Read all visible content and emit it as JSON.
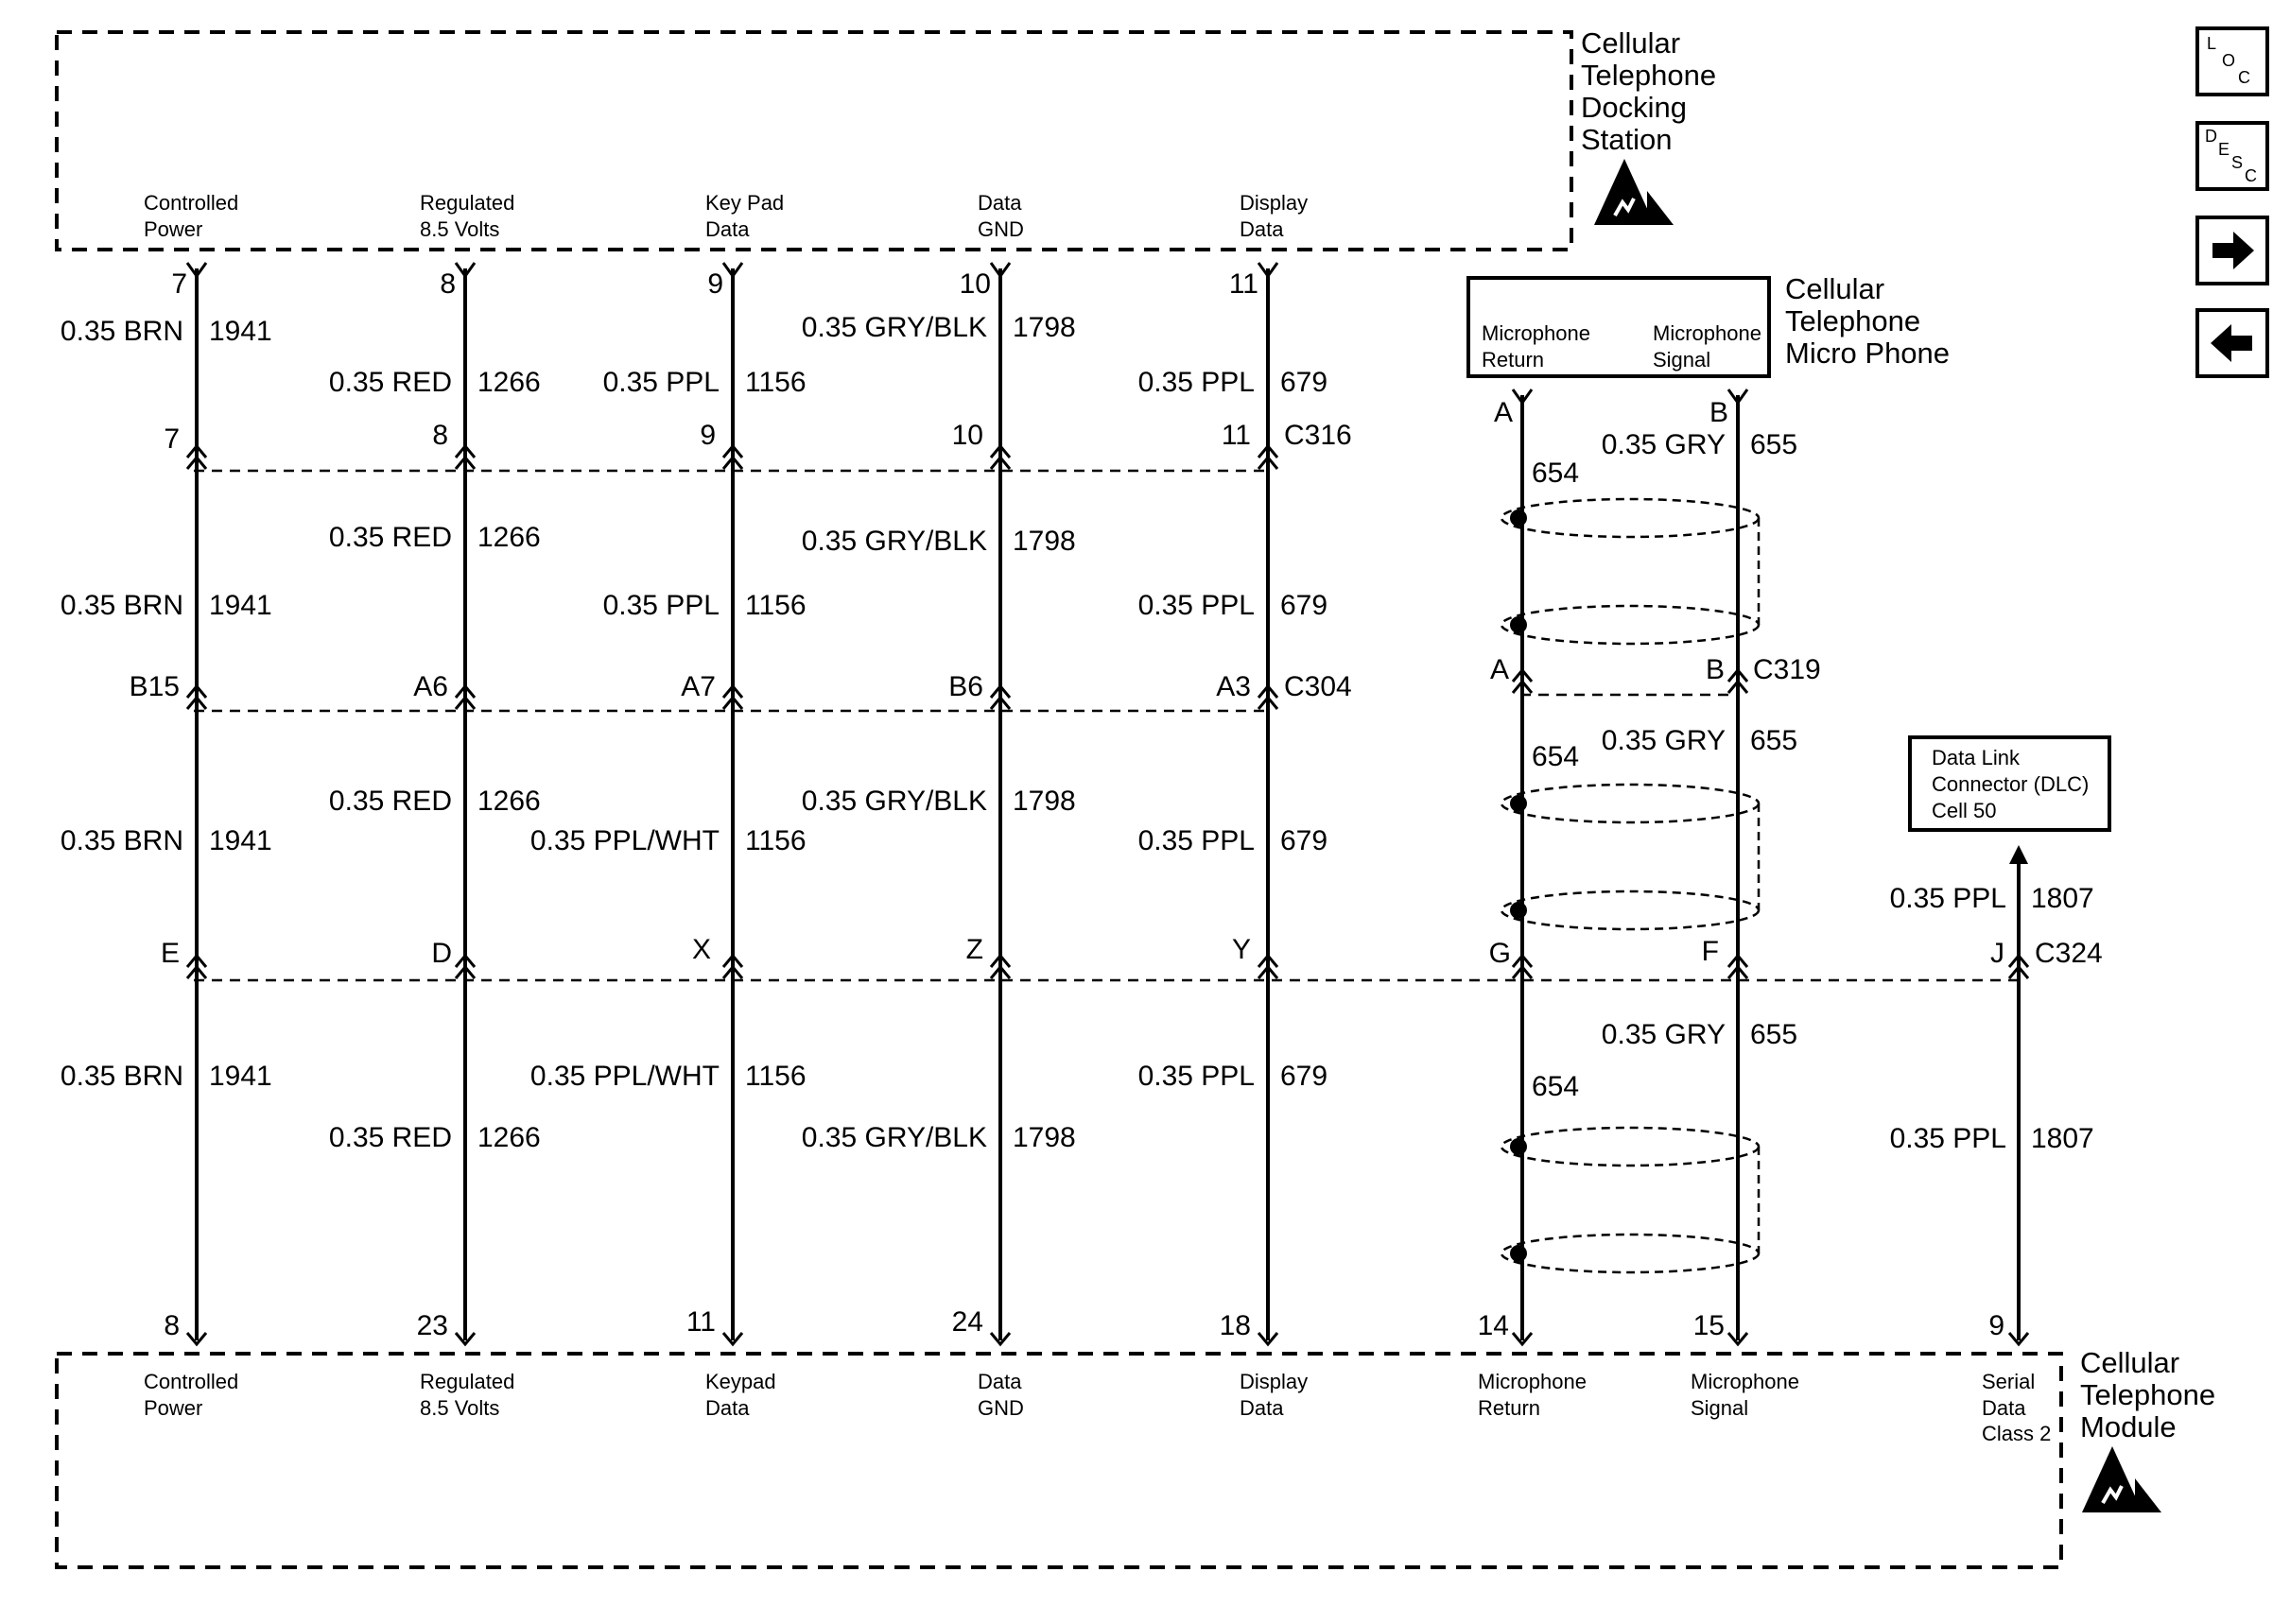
{
  "components": {
    "docking_station": [
      "Cellular",
      "Telephone",
      "Docking",
      "Station"
    ],
    "module": [
      "Cellular",
      "Telephone",
      "Module"
    ],
    "microphone": [
      "Cellular",
      "Telephone",
      "Micro Phone"
    ],
    "dlc": [
      "Data Link",
      "Connector (DLC)",
      "Cell 50"
    ]
  },
  "top_pins": [
    [
      "Controlled",
      "Power"
    ],
    [
      "Regulated",
      "8.5 Volts"
    ],
    [
      "Key Pad",
      "Data"
    ],
    [
      "Data",
      "GND"
    ],
    [
      "Display",
      "Data"
    ]
  ],
  "bottom_pins": [
    [
      "Controlled",
      "Power"
    ],
    [
      "Regulated",
      "8.5 Volts"
    ],
    [
      "Keypad",
      "Data"
    ],
    [
      "Data",
      "GND"
    ],
    [
      "Display",
      "Data"
    ],
    [
      "Microphone",
      "Return"
    ],
    [
      "Microphone",
      "Signal"
    ],
    [
      "Serial",
      "Data",
      "Class 2"
    ]
  ],
  "mic_pins": [
    [
      "Microphone",
      "Return"
    ],
    [
      "Microphone",
      "Signal"
    ]
  ],
  "connectors": {
    "c316": "C316",
    "c304": "C304",
    "c319": "C319",
    "c324": "C324"
  },
  "pins": {
    "dock_terminals": [
      "7",
      "8",
      "9",
      "10",
      "11"
    ],
    "c316": [
      "7",
      "8",
      "9",
      "10",
      "11"
    ],
    "c304": [
      "B15",
      "A6",
      "A7",
      "B6",
      "A3"
    ],
    "c324": [
      "E",
      "D",
      "X",
      "Z",
      "Y",
      "G",
      "F",
      "J"
    ],
    "module_terminals": [
      "8",
      "23",
      "11",
      "24",
      "18",
      "14",
      "15",
      "9"
    ],
    "mic_terminals": [
      "A",
      "B"
    ],
    "c319": [
      "A",
      "B"
    ]
  },
  "wire_labels": {
    "seg1": [
      {
        "color": "0.35 BRN",
        "circuit": "1941"
      },
      {
        "color": "0.35 RED",
        "circuit": "1266"
      },
      {
        "color": "0.35 PPL",
        "circuit": "1156"
      },
      {
        "color": "0.35 GRY/BLK",
        "circuit": "1798"
      },
      {
        "color": "0.35 PPL",
        "circuit": "679"
      }
    ],
    "seg2": [
      {
        "color": "0.35 BRN",
        "circuit": "1941"
      },
      {
        "color": "0.35 RED",
        "circuit": "1266"
      },
      {
        "color": "0.35 PPL",
        "circuit": "1156"
      },
      {
        "color": "0.35 GRY/BLK",
        "circuit": "1798"
      },
      {
        "color": "0.35 PPL",
        "circuit": "679"
      }
    ],
    "seg3": [
      {
        "color": "0.35 BRN",
        "circuit": "1941"
      },
      {
        "color": "0.35 RED",
        "circuit": "1266"
      },
      {
        "color": "0.35 PPL/WHT",
        "circuit": "1156"
      },
      {
        "color": "0.35 GRY/BLK",
        "circuit": "1798"
      },
      {
        "color": "0.35 PPL",
        "circuit": "679"
      }
    ],
    "seg4": [
      {
        "color": "0.35 BRN",
        "circuit": "1941"
      },
      {
        "color": "0.35 RED",
        "circuit": "1266"
      },
      {
        "color": "0.35 PPL/WHT",
        "circuit": "1156"
      },
      {
        "color": "0.35 GRY/BLK",
        "circuit": "1798"
      },
      {
        "color": "0.35 PPL",
        "circuit": "679"
      }
    ],
    "mic_return": "654",
    "mic_signal_color": "0.35 GRY",
    "mic_signal_circuit": "655",
    "serial_color": "0.35 PPL",
    "serial_circuit": "1807"
  },
  "nav_buttons": {
    "loc": [
      "L",
      "O",
      "C"
    ],
    "desc": [
      "D",
      "E",
      "S",
      "C"
    ],
    "forward_icon": "arrow-right-icon",
    "back_icon": "arrow-left-icon"
  }
}
